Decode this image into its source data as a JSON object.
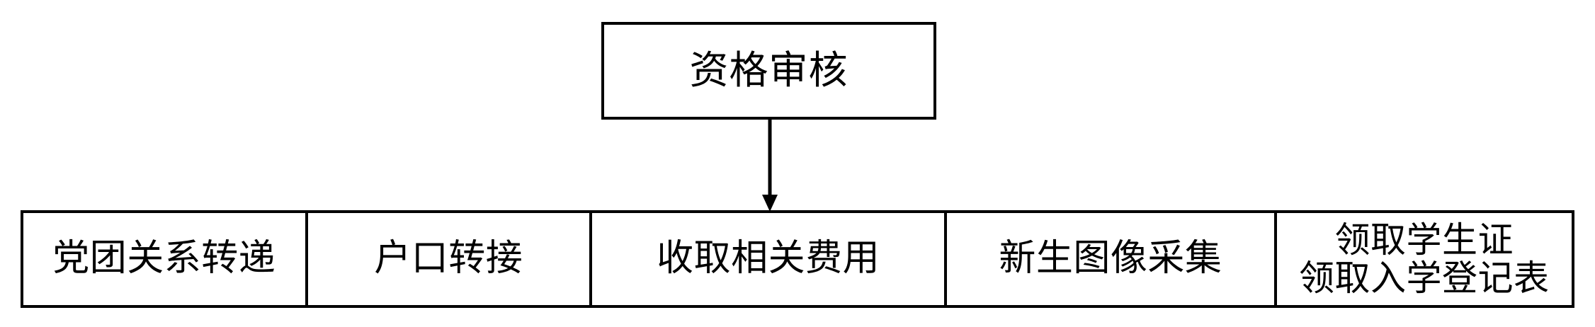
{
  "diagram": {
    "type": "flowchart",
    "title_node": {
      "label": "资格审核"
    },
    "connector": {
      "kind": "arrow-down",
      "from": "资格审核",
      "to": "收取相关费用",
      "color": "#000000"
    },
    "steps_row": {
      "cells": [
        {
          "label": "党团关系转递",
          "lines": [
            "党团关系转递"
          ]
        },
        {
          "label": "户口转接",
          "lines": [
            "户口转接"
          ]
        },
        {
          "label": "收取相关费用",
          "lines": [
            "收取相关费用"
          ]
        },
        {
          "label": "新生图像采集",
          "lines": [
            "新生图像采集"
          ]
        },
        {
          "label": "领取学生证 领取入学登记表",
          "lines": [
            "领取学生证",
            "领取入学登记表"
          ]
        }
      ]
    },
    "colors": {
      "stroke": "#000000",
      "fill": "#ffffff",
      "text": "#000000"
    }
  }
}
